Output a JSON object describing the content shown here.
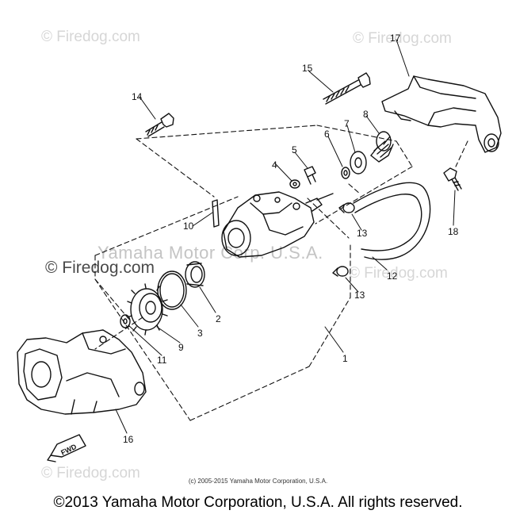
{
  "watermarks": {
    "firedog_top_left": "© Firedog.com",
    "firedog_top_right": "© Firedog.com",
    "firedog_left_middle": "© Firedog.com",
    "firedog_right_middle": "© Firedog.com",
    "firedog_bottom": "© Firedog.com",
    "yamaha_middle": "Yamaha Motor Corp. U.S.A."
  },
  "callouts": [
    "1",
    "2",
    "3",
    "4",
    "5",
    "6",
    "7",
    "8",
    "9",
    "10",
    "11",
    "12",
    "13",
    "13",
    "14",
    "15",
    "16",
    "17",
    "18"
  ],
  "fwd_label": "FWD",
  "small_copyright": "(c) 2005-2015 Yamaha Motor Corporation, U.S.A.",
  "footer_copyright": "©2013 Yamaha Motor Corporation, U.S.A. All rights reserved."
}
